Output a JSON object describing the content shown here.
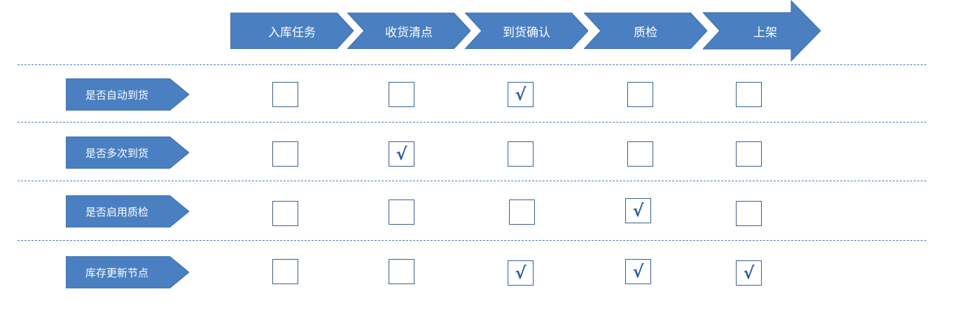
{
  "steps": [
    "入库任务",
    "收货清点",
    "到货确认",
    "质检",
    "上架"
  ],
  "rows": [
    {
      "label": "是否自动到货",
      "checks": [
        false,
        false,
        true,
        false,
        false
      ]
    },
    {
      "label": "是否多次到货",
      "checks": [
        false,
        true,
        false,
        false,
        false
      ]
    },
    {
      "label": "是否启用质检",
      "checks": [
        false,
        false,
        false,
        true,
        false
      ]
    },
    {
      "label": "库存更新节点",
      "checks": [
        false,
        false,
        true,
        true,
        true
      ]
    }
  ],
  "check_mark": "√",
  "colors": {
    "fill": "#4a7fc1",
    "fill_dark": "#3e6ca7",
    "border": "#3a5f8f",
    "dash": "#4a7dc0"
  }
}
